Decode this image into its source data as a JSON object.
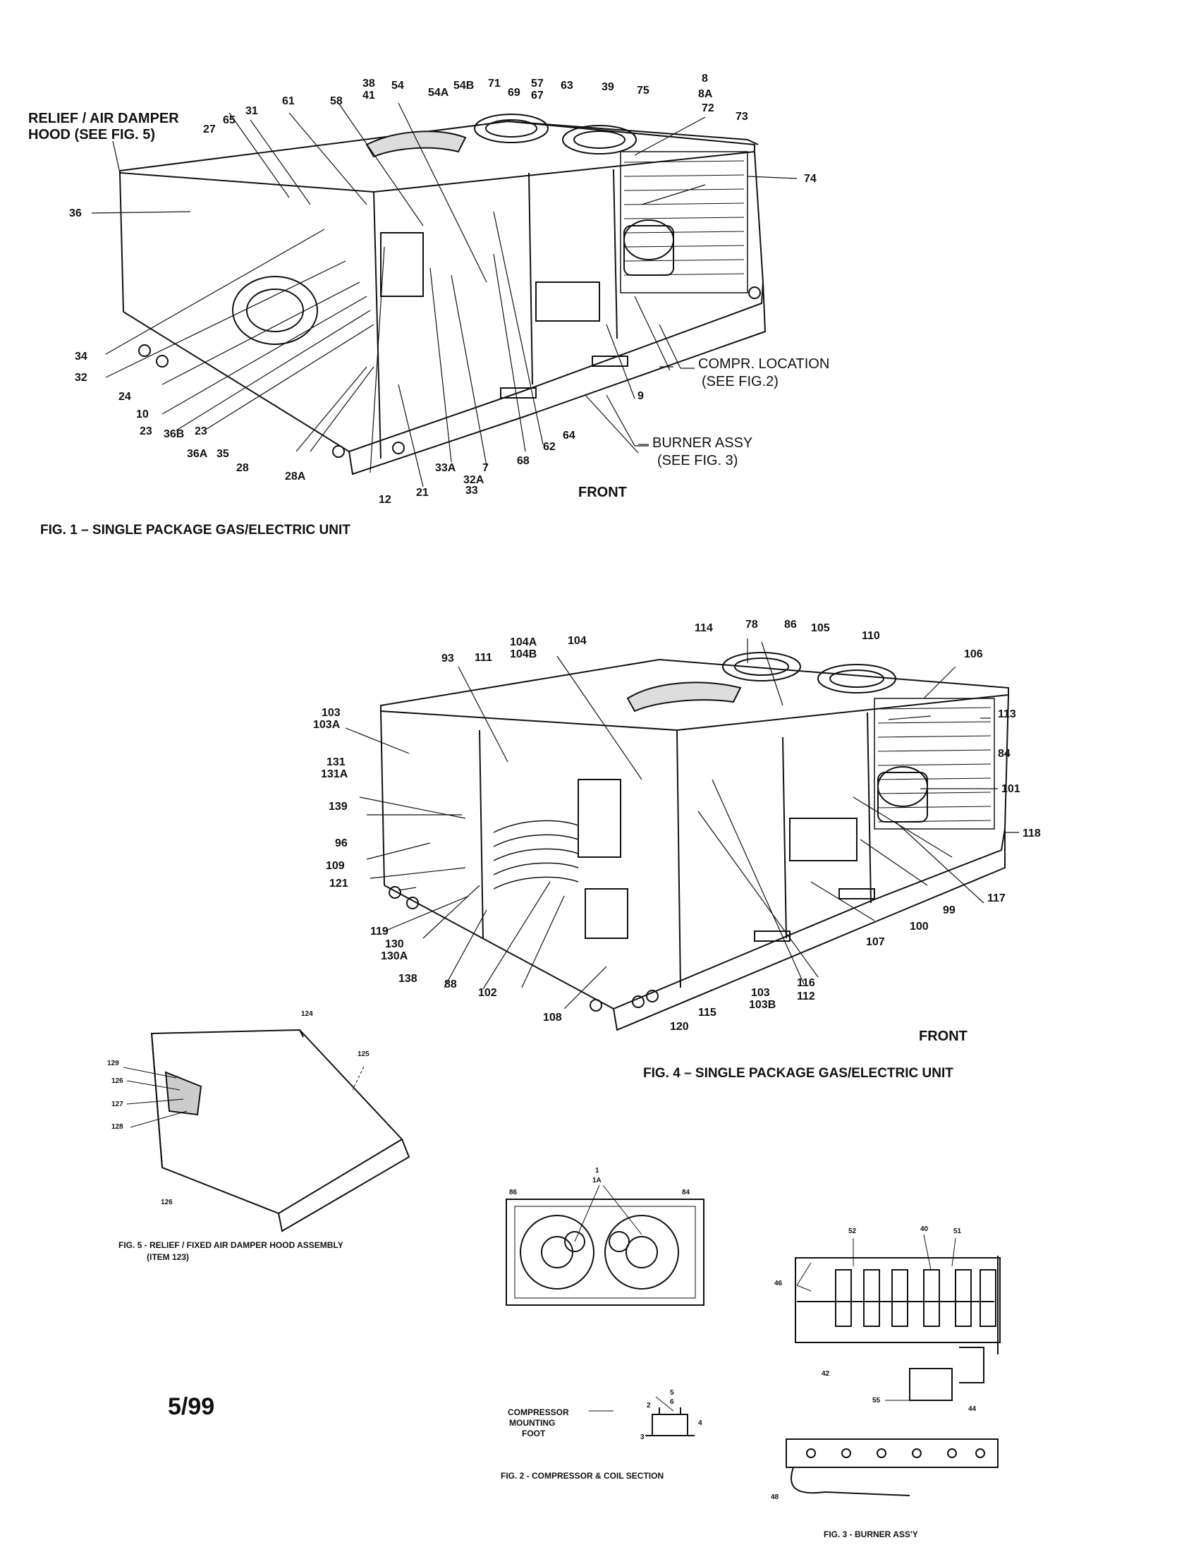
{
  "fig1": {
    "caption": "FIG. 1 – SINGLE PACKAGE GAS/ELECTRIC UNIT",
    "front": "FRONT",
    "hood_label": [
      "RELIEF / AIR DAMPER",
      "HOOD (SEE FIG. 5)"
    ],
    "compr_label": [
      "COMPR. LOCATION",
      "(SEE FIG.2)"
    ],
    "burner_label": [
      "BURNER ASSY",
      "(SEE FIG. 3)"
    ],
    "callouts": [
      "38",
      "41",
      "54",
      "54A",
      "54B",
      "71",
      "57",
      "67",
      "69",
      "63",
      "39",
      "75",
      "8",
      "8A",
      "72",
      "73",
      "74",
      "61",
      "58",
      "31",
      "65",
      "27",
      "36",
      "34",
      "32",
      "24",
      "10",
      "23",
      "36B",
      "23",
      "36A",
      "35",
      "28",
      "28A",
      "12",
      "21",
      "33A",
      "33",
      "32A",
      "7",
      "68",
      "62",
      "64",
      "9"
    ]
  },
  "fig4": {
    "caption": "FIG. 4 – SINGLE PACKAGE GAS/ELECTRIC UNIT",
    "front": "FRONT",
    "callouts": [
      "114",
      "78",
      "86",
      "105",
      "110",
      "106",
      "93",
      "104A",
      "104B",
      "104",
      "111",
      "113",
      "103",
      "103A",
      "84",
      "131",
      "131A",
      "101",
      "139",
      "118",
      "96",
      "109",
      "121",
      "117",
      "99",
      "119",
      "100",
      "130",
      "130A",
      "107",
      "138",
      "88",
      "102",
      "116",
      "108",
      "103",
      "103B",
      "112",
      "115",
      "120"
    ]
  },
  "fig5": {
    "caption": [
      "FIG. 5 - RELIEF / FIXED AIR DAMPER HOOD ASSEMBLY",
      "(ITEM 123)"
    ],
    "callouts": [
      "124",
      "125",
      "129",
      "126",
      "127",
      "128",
      "126"
    ]
  },
  "fig2": {
    "caption": "FIG. 2 - COMPRESSOR & COIL SECTION",
    "mount_label": [
      "COMPRESSOR",
      "MOUNTING",
      "FOOT"
    ],
    "callouts": [
      "1",
      "1A",
      "86",
      "84",
      "2",
      "5",
      "6",
      "3",
      "4"
    ]
  },
  "fig3": {
    "caption": "FIG. 3 - BURNER ASS'Y",
    "callouts": [
      "52",
      "40",
      "51",
      "46",
      "42",
      "55",
      "44",
      "48"
    ]
  },
  "date": "5/99"
}
